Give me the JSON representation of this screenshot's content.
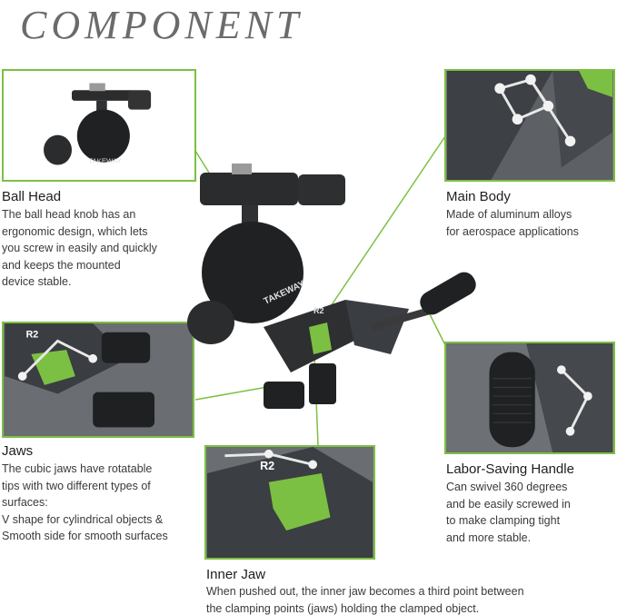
{
  "page": {
    "title": "COMPONENT"
  },
  "components": {
    "ball_head": {
      "heading": "Ball Head",
      "lines": [
        "The ball head knob has an",
        "ergonomic design, which lets",
        "you screw in easily and quickly",
        "and keeps the mounted",
        "device stable."
      ]
    },
    "main_body": {
      "heading": "Main Body",
      "lines": [
        "Made of aluminum alloys",
        "for aerospace applications"
      ]
    },
    "jaws": {
      "heading": "Jaws",
      "lines": [
        "The cubic jaws have rotatable",
        "tips with two different types of",
        "surfaces:",
        "V shape for cylindrical objects &",
        "Smooth side for smooth surfaces"
      ]
    },
    "handle": {
      "heading": "Labor-Saving Handle",
      "lines": [
        "Can swivel 360 degrees",
        "and be easily screwed in",
        "to make clamping tight",
        "and more stable."
      ]
    },
    "inner_jaw": {
      "heading": "Inner Jaw",
      "lines": [
        "When pushed out, the inner jaw becomes a third point between",
        "the clamping points (jaws) holding the clamped object."
      ]
    }
  },
  "product": {
    "brand_mark": "TAKEWAY",
    "model_mark": "R2"
  },
  "colors": {
    "accent": "#7cc043",
    "metal": "#2d2f31",
    "body_gray": "#6f7276",
    "title_gray": "#6b6b6b"
  }
}
